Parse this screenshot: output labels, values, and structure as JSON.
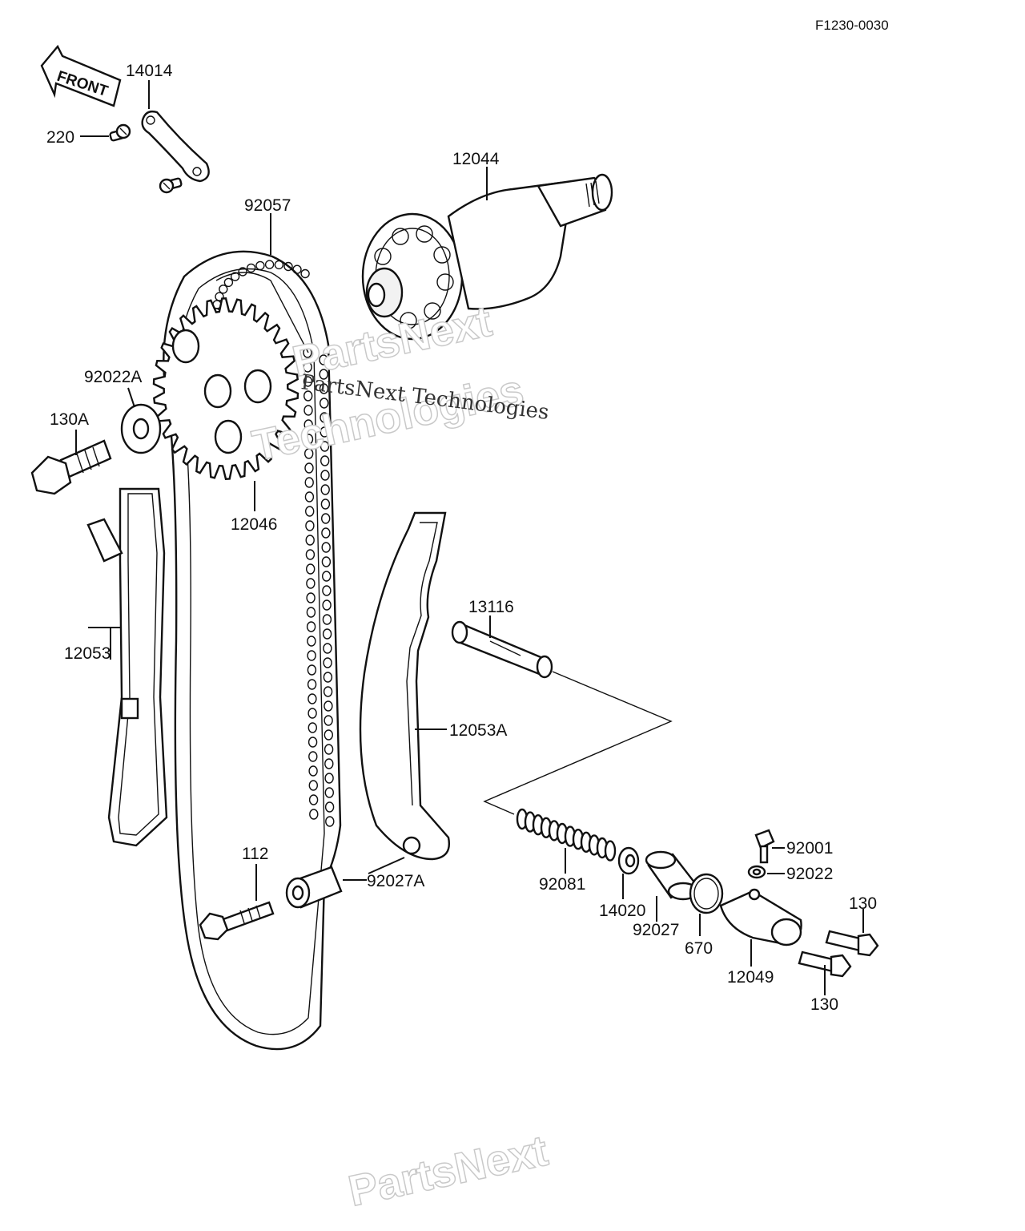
{
  "diagram": {
    "reference_code": "F1230-0030",
    "front_label": "FRONT",
    "watermark": {
      "line1": "PartsNext",
      "line2": "Technologies",
      "line3": "PartsNext Technologies",
      "bottom": "PartsNext"
    },
    "parts": {
      "p14014": "14014",
      "p220": "220",
      "p12044": "12044",
      "p92057": "92057",
      "p92022A": "92022A",
      "p130A": "130A",
      "p12046": "12046",
      "p12053": "12053",
      "p13116": "13116",
      "p12053A": "12053A",
      "p92001": "92001",
      "p92022": "92022",
      "p112": "112",
      "p92027A": "92027A",
      "p92081": "92081",
      "p14020": "14020",
      "p92027": "92027",
      "p670": "670",
      "p130_upper": "130",
      "p12049": "12049",
      "p130_lower": "130"
    }
  }
}
